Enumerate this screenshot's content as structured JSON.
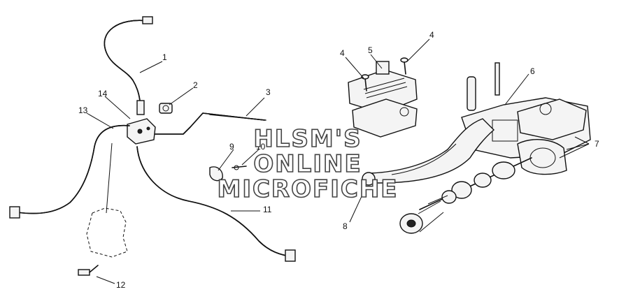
{
  "watermark": {
    "line1": "HLSM'S",
    "line2": "ONLINE",
    "line3": "MICROFICHE"
  },
  "callouts": [
    {
      "id": "c1",
      "label": "1"
    },
    {
      "id": "c2",
      "label": "2"
    },
    {
      "id": "c3",
      "label": "3"
    },
    {
      "id": "c4a",
      "label": "4"
    },
    {
      "id": "c4b",
      "label": "4"
    },
    {
      "id": "c5",
      "label": "5"
    },
    {
      "id": "c6",
      "label": "6"
    },
    {
      "id": "c7",
      "label": "7"
    },
    {
      "id": "c8",
      "label": "8"
    },
    {
      "id": "c9",
      "label": "9"
    },
    {
      "id": "c10",
      "label": "10"
    },
    {
      "id": "c11",
      "label": "11"
    },
    {
      "id": "c12",
      "label": "12"
    },
    {
      "id": "c13",
      "label": "13"
    },
    {
      "id": "c14",
      "label": "14"
    }
  ]
}
